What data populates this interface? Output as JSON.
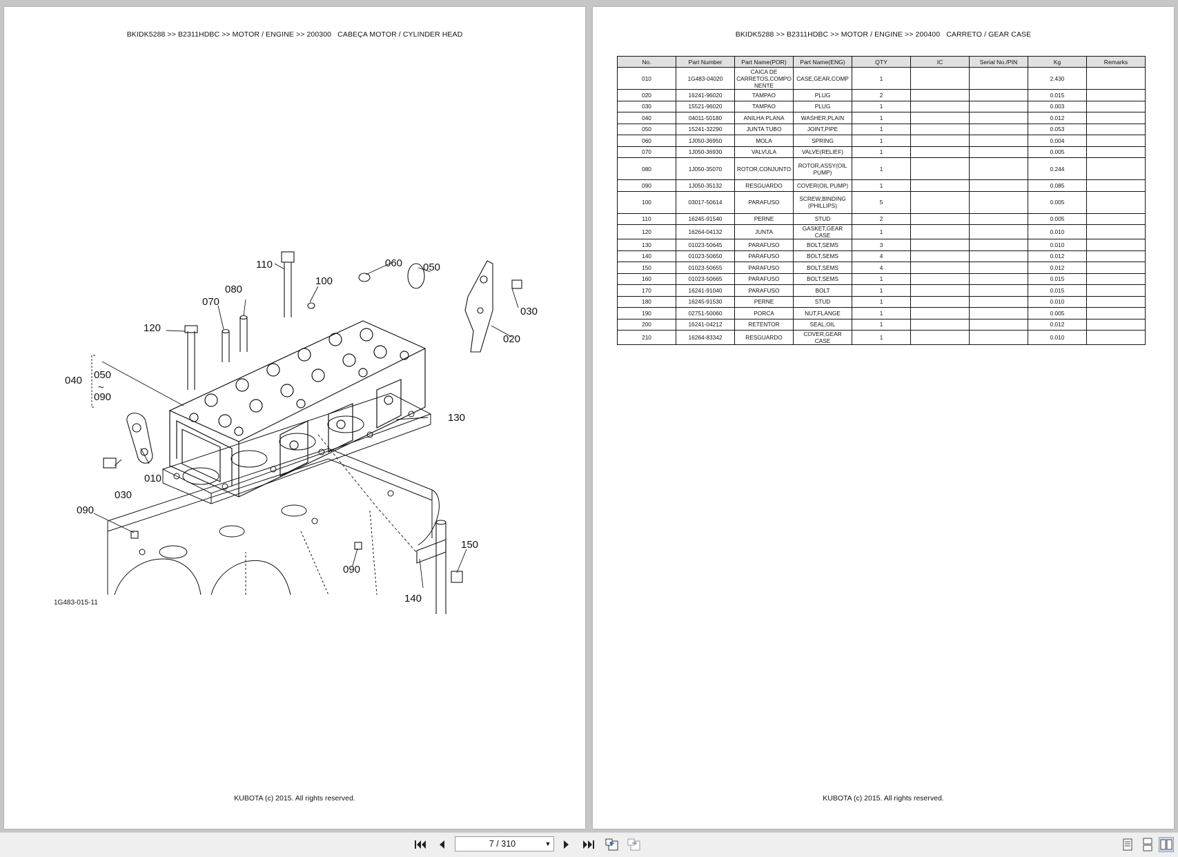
{
  "left_page": {
    "header": "BKIDK5288 >> B2311HDBC >> MOTOR / ENGINE >> 200300   CABEÇA MOTOR / CYLINDER HEAD",
    "figure_ref": "1G483-015-11",
    "callouts": {
      "c110": "110",
      "c060": "060",
      "c050a": "050",
      "c080": "080",
      "c100": "100",
      "c070": "070",
      "c120": "120",
      "c030a": "030",
      "c020": "020",
      "c040": "040",
      "c050b": "050",
      "ctilde": "~",
      "c090a": "090",
      "c130": "130",
      "c010": "010",
      "c030b": "030",
      "c090b": "090",
      "c090c": "090",
      "c150": "150",
      "c140": "140"
    },
    "footer": "KUBOTA (c) 2015. All rights reserved."
  },
  "right_page": {
    "header": "BKIDK5288 >> B2311HDBC >> MOTOR / ENGINE >> 200400   CARRETO / GEAR CASE",
    "table": {
      "columns": [
        "No.",
        "Part Number",
        "Part Name(POR)",
        "Part Name(ENG)",
        "QTY",
        "IC",
        "Serial No./PIN",
        "Kg",
        "Remarks"
      ],
      "rows": [
        {
          "no": "010",
          "part": "1G483-04020",
          "por": "CAICA DE CARRETOS,COMPO NENTE",
          "eng": "CASE,GEAR,COMP",
          "qty": "1",
          "ic": "",
          "serial": "",
          "kg": "2.430",
          "remarks": ""
        },
        {
          "no": "020",
          "part": "16241-96020",
          "por": "TAMPAO",
          "eng": "PLUG",
          "qty": "2",
          "ic": "",
          "serial": "",
          "kg": "0.015",
          "remarks": ""
        },
        {
          "no": "030",
          "part": "15521-96020",
          "por": "TAMPAO",
          "eng": "PLUG",
          "qty": "1",
          "ic": "",
          "serial": "",
          "kg": "0.003",
          "remarks": ""
        },
        {
          "no": "040",
          "part": "04011-50180",
          "por": "ANILHA PLANA",
          "eng": "WASHER,PLAIN",
          "qty": "1",
          "ic": "",
          "serial": "",
          "kg": "0.012",
          "remarks": ""
        },
        {
          "no": "050",
          "part": "15241-32290",
          "por": "JUNTA TUBO",
          "eng": "JOINT,PIPE",
          "qty": "1",
          "ic": "",
          "serial": "",
          "kg": "0.053",
          "remarks": ""
        },
        {
          "no": "060",
          "part": "1J050-36950",
          "por": "MOLA",
          "eng": "SPRING",
          "qty": "1",
          "ic": "",
          "serial": "",
          "kg": "0.004",
          "remarks": ""
        },
        {
          "no": "070",
          "part": "1J050-36930",
          "por": "VALVULA",
          "eng": "VALVE(RELIEF)",
          "qty": "1",
          "ic": "",
          "serial": "",
          "kg": "0.005",
          "remarks": ""
        },
        {
          "no": "080",
          "part": "1J050-35070",
          "por": "ROTOR,CONJUNTO",
          "eng": "ROTOR,ASSY(OIL PUMP)",
          "qty": "1",
          "ic": "",
          "serial": "",
          "kg": "0.244",
          "remarks": ""
        },
        {
          "no": "090",
          "part": "1J050-35132",
          "por": "RESGUARDO",
          "eng": "COVER(OIL PUMP)",
          "qty": "1",
          "ic": "",
          "serial": "",
          "kg": "0.085",
          "remarks": ""
        },
        {
          "no": "100",
          "part": "03017-50614",
          "por": "PARAFUSO",
          "eng": "SCREW,BINDING (PHILLIPS)",
          "qty": "5",
          "ic": "",
          "serial": "",
          "kg": "0.005",
          "remarks": ""
        },
        {
          "no": "110",
          "part": "16245-91540",
          "por": "PERNE",
          "eng": "STUD",
          "qty": "2",
          "ic": "",
          "serial": "",
          "kg": "0.005",
          "remarks": ""
        },
        {
          "no": "120",
          "part": "16264-04132",
          "por": "JUNTA",
          "eng": "GASKET,GEAR CASE",
          "qty": "1",
          "ic": "",
          "serial": "",
          "kg": "0.010",
          "remarks": ""
        },
        {
          "no": "130",
          "part": "01023-50645",
          "por": "PARAFUSO",
          "eng": "BOLT,SEMS",
          "qty": "3",
          "ic": "",
          "serial": "",
          "kg": "0.010",
          "remarks": ""
        },
        {
          "no": "140",
          "part": "01023-50650",
          "por": "PARAFUSO",
          "eng": "BOLT,SEMS",
          "qty": "4",
          "ic": "",
          "serial": "",
          "kg": "0.012",
          "remarks": ""
        },
        {
          "no": "150",
          "part": "01023-50655",
          "por": "PARAFUSO",
          "eng": "BOLT,SEMS",
          "qty": "4",
          "ic": "",
          "serial": "",
          "kg": "0.012",
          "remarks": ""
        },
        {
          "no": "160",
          "part": "01023-50665",
          "por": "PARAFUSO",
          "eng": "BOLT,SEMS",
          "qty": "1",
          "ic": "",
          "serial": "",
          "kg": "0.015",
          "remarks": ""
        },
        {
          "no": "170",
          "part": "16241-91040",
          "por": "PARAFUSO",
          "eng": "BOLT",
          "qty": "1",
          "ic": "",
          "serial": "",
          "kg": "0.015",
          "remarks": ""
        },
        {
          "no": "180",
          "part": "16245-91530",
          "por": "PERNE",
          "eng": "STUD",
          "qty": "1",
          "ic": "",
          "serial": "",
          "kg": "0.010",
          "remarks": ""
        },
        {
          "no": "190",
          "part": "02751-50060",
          "por": "PORCA",
          "eng": "NUT,FLANGE",
          "qty": "1",
          "ic": "",
          "serial": "",
          "kg": "0.005",
          "remarks": ""
        },
        {
          "no": "200",
          "part": "16241-04212",
          "por": "RETENTOR",
          "eng": "SEAL,OIL",
          "qty": "1",
          "ic": "",
          "serial": "",
          "kg": "0.012",
          "remarks": ""
        },
        {
          "no": "210",
          "part": "16264-83342",
          "por": "RESGUARDO",
          "eng": "COVER,GEAR CASE",
          "qty": "1",
          "ic": "",
          "serial": "",
          "kg": "0.010",
          "remarks": ""
        }
      ]
    },
    "footer": "KUBOTA (c) 2015. All rights reserved."
  },
  "toolbar": {
    "page_indicator": "7 / 310",
    "icons": [
      "first-page-icon",
      "prev-page-icon",
      "next-page-icon",
      "last-page-icon",
      "go-back-icon",
      "go-forward-icon",
      "single-page-view-icon",
      "continuous-view-icon",
      "two-page-view-icon"
    ]
  }
}
